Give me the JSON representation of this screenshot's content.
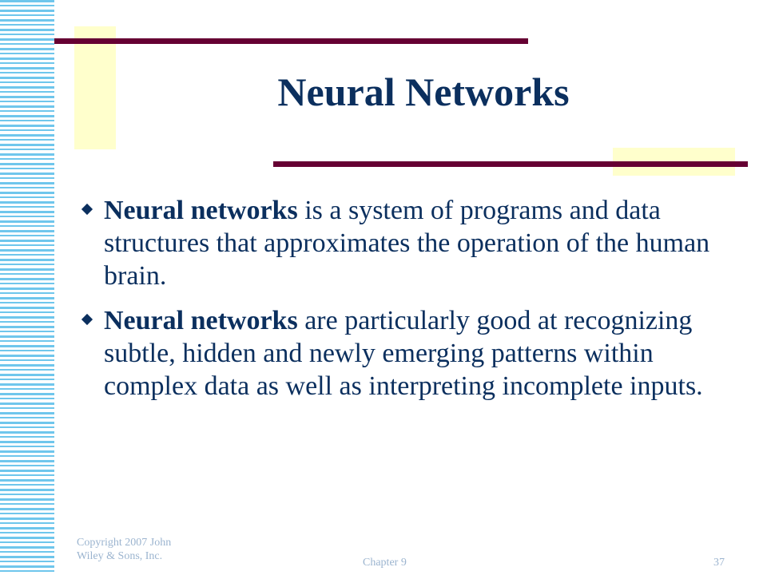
{
  "slide": {
    "title": "Neural Networks",
    "bullets": [
      {
        "keyword": "Neural networks",
        "text": " is a system of programs and data structures that approximates the operation of the human brain."
      },
      {
        "keyword": "Neural networks",
        "text": " are particularly good at recognizing subtle, hidden and newly emerging patterns within complex data as well as interpreting incomplete inputs."
      }
    ]
  },
  "footer": {
    "copyright_line1": "Copyright 2007 John",
    "copyright_line2": "Wiley & Sons, Inc.",
    "chapter": "Chapter 9",
    "page_number": "37"
  },
  "colors": {
    "title": "#0b2f5e",
    "rule": "#660033",
    "accent_block": "#ffffcc",
    "stripes": "#6fc6ec",
    "footer": "#9bb4cf"
  }
}
